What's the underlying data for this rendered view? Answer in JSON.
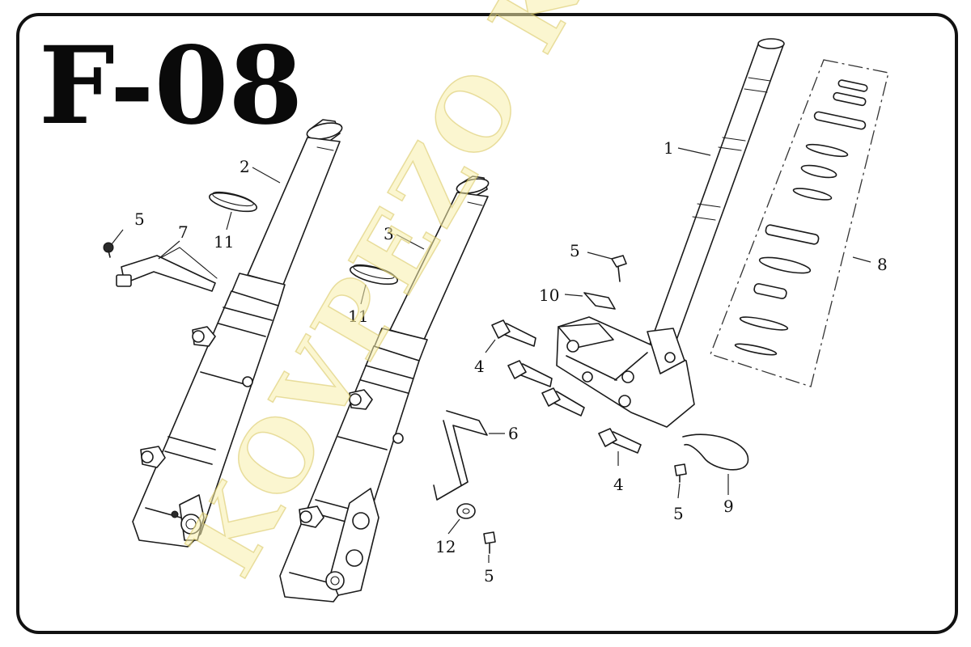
{
  "diagram": {
    "code": "F-08",
    "watermark": "KOVPEZO KFT.",
    "callouts": {
      "c1": "1",
      "c2": "2",
      "c3": "3",
      "c4a": "4",
      "c4b": "4",
      "c5a": "5",
      "c5b": "5",
      "c5c": "5",
      "c5d": "5",
      "c6": "6",
      "c7": "7",
      "c8": "8",
      "c9": "9",
      "c10": "10",
      "c11a": "11",
      "c11b": "11",
      "c12": "12"
    }
  }
}
